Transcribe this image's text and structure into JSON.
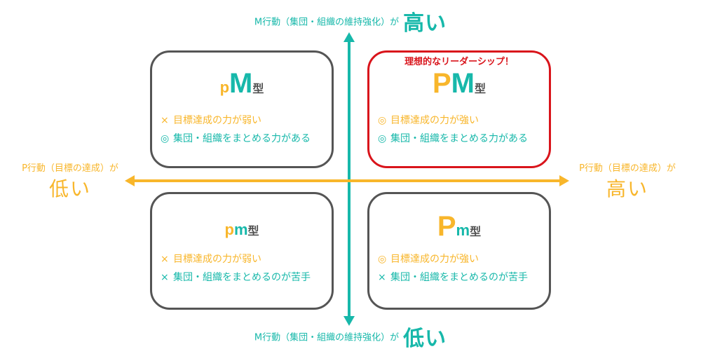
{
  "colors": {
    "m_axis": "#17b8aa",
    "p_axis": "#f8b62b",
    "box_border": "#555555",
    "highlight_border": "#d9141b",
    "type_suffix": "#505050"
  },
  "axes": {
    "top": {
      "small": "M行動（集団・組織の維持強化）が",
      "big": "高い"
    },
    "bottom": {
      "small": "M行動（集団・組織の維持強化）が",
      "big": "低い"
    },
    "left": {
      "small": "P行動（目標の達成）が",
      "big": "低い"
    },
    "right": {
      "small": "P行動（目標の達成）が",
      "big": "高い"
    }
  },
  "quadrants": {
    "top_left": {
      "p": "p",
      "m": "M",
      "suffix": "型",
      "lines": [
        {
          "mark": "×",
          "text": "目標達成の力が弱い"
        },
        {
          "mark": "◎",
          "text": "集団・組織をまとめる力がある"
        }
      ]
    },
    "top_right": {
      "callout": "理想的なリーダーシップ！",
      "p": "P",
      "m": "M",
      "suffix": "型",
      "lines": [
        {
          "mark": "◎",
          "text": "目標達成の力が強い"
        },
        {
          "mark": "◎",
          "text": "集団・組織をまとめる力がある"
        }
      ]
    },
    "bottom_left": {
      "p": "p",
      "m": "m",
      "suffix": "型",
      "lines": [
        {
          "mark": "×",
          "text": "目標達成の力が弱い"
        },
        {
          "mark": "×",
          "text": "集団・組織をまとめるのが苦手"
        }
      ]
    },
    "bottom_right": {
      "p": "P",
      "m": "m",
      "suffix": "型",
      "lines": [
        {
          "mark": "◎",
          "text": "目標達成の力が強い"
        },
        {
          "mark": "×",
          "text": "集団・組織をまとめるのが苦手"
        }
      ]
    }
  }
}
